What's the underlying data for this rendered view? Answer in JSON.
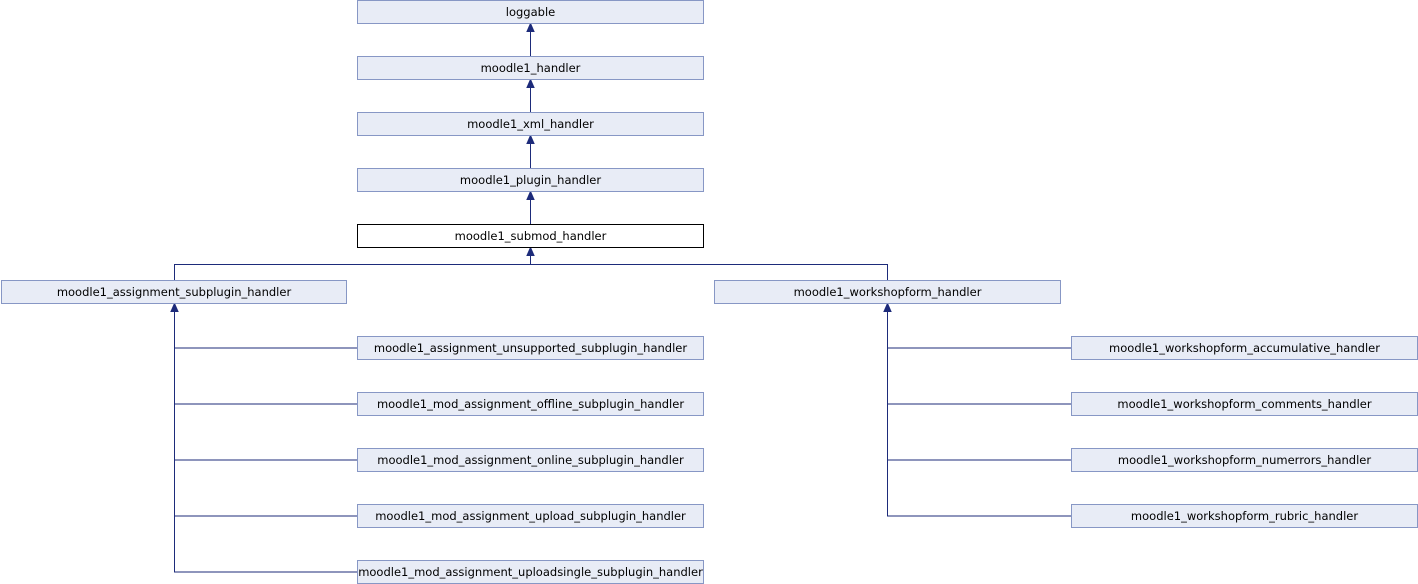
{
  "diagram": {
    "type": "class-inheritance",
    "colors": {
      "node_fill": "#e8ecf6",
      "node_border": "#8797c5",
      "current_fill": "#ffffff",
      "current_border": "#000000",
      "edge": "#1d2b7a"
    },
    "nodes": [
      {
        "id": "loggable",
        "label": "loggable"
      },
      {
        "id": "moodle1_handler",
        "label": "moodle1_handler"
      },
      {
        "id": "moodle1_xml_handler",
        "label": "moodle1_xml_handler"
      },
      {
        "id": "moodle1_plugin_handler",
        "label": "moodle1_plugin_handler"
      },
      {
        "id": "moodle1_submod_handler",
        "label": "moodle1_submod_handler",
        "current": true
      },
      {
        "id": "moodle1_assignment_subplugin_handler",
        "label": "moodle1_assignment_subplugin_handler"
      },
      {
        "id": "moodle1_workshopform_handler",
        "label": "moodle1_workshopform_handler"
      },
      {
        "id": "moodle1_assignment_unsupported_subplugin_handler",
        "label": "moodle1_assignment_unsupported_subplugin_handler"
      },
      {
        "id": "moodle1_mod_assignment_offline_subplugin_handler",
        "label": "moodle1_mod_assignment_offline_subplugin_handler"
      },
      {
        "id": "moodle1_mod_assignment_online_subplugin_handler",
        "label": "moodle1_mod_assignment_online_subplugin_handler"
      },
      {
        "id": "moodle1_mod_assignment_upload_subplugin_handler",
        "label": "moodle1_mod_assignment_upload_subplugin_handler"
      },
      {
        "id": "moodle1_mod_assignment_uploadsingle_subplugin_handler",
        "label": "moodle1_mod_assignment_uploadsingle_subplugin_handler"
      },
      {
        "id": "moodle1_workshopform_accumulative_handler",
        "label": "moodle1_workshopform_accumulative_handler"
      },
      {
        "id": "moodle1_workshopform_comments_handler",
        "label": "moodle1_workshopform_comments_handler"
      },
      {
        "id": "moodle1_workshopform_numerrors_handler",
        "label": "moodle1_workshopform_numerrors_handler"
      },
      {
        "id": "moodle1_workshopform_rubric_handler",
        "label": "moodle1_workshopform_rubric_handler"
      }
    ],
    "edges": [
      {
        "child": "moodle1_handler",
        "parent": "loggable"
      },
      {
        "child": "moodle1_xml_handler",
        "parent": "moodle1_handler"
      },
      {
        "child": "moodle1_plugin_handler",
        "parent": "moodle1_xml_handler"
      },
      {
        "child": "moodle1_submod_handler",
        "parent": "moodle1_plugin_handler"
      },
      {
        "child": "moodle1_assignment_subplugin_handler",
        "parent": "moodle1_submod_handler"
      },
      {
        "child": "moodle1_workshopform_handler",
        "parent": "moodle1_submod_handler"
      },
      {
        "child": "moodle1_assignment_unsupported_subplugin_handler",
        "parent": "moodle1_assignment_subplugin_handler"
      },
      {
        "child": "moodle1_mod_assignment_offline_subplugin_handler",
        "parent": "moodle1_assignment_subplugin_handler"
      },
      {
        "child": "moodle1_mod_assignment_online_subplugin_handler",
        "parent": "moodle1_assignment_subplugin_handler"
      },
      {
        "child": "moodle1_mod_assignment_upload_subplugin_handler",
        "parent": "moodle1_assignment_subplugin_handler"
      },
      {
        "child": "moodle1_mod_assignment_uploadsingle_subplugin_handler",
        "parent": "moodle1_assignment_subplugin_handler"
      },
      {
        "child": "moodle1_workshopform_accumulative_handler",
        "parent": "moodle1_workshopform_handler"
      },
      {
        "child": "moodle1_workshopform_comments_handler",
        "parent": "moodle1_workshopform_handler"
      },
      {
        "child": "moodle1_workshopform_numerrors_handler",
        "parent": "moodle1_workshopform_handler"
      },
      {
        "child": "moodle1_workshopform_rubric_handler",
        "parent": "moodle1_workshopform_handler"
      }
    ]
  }
}
